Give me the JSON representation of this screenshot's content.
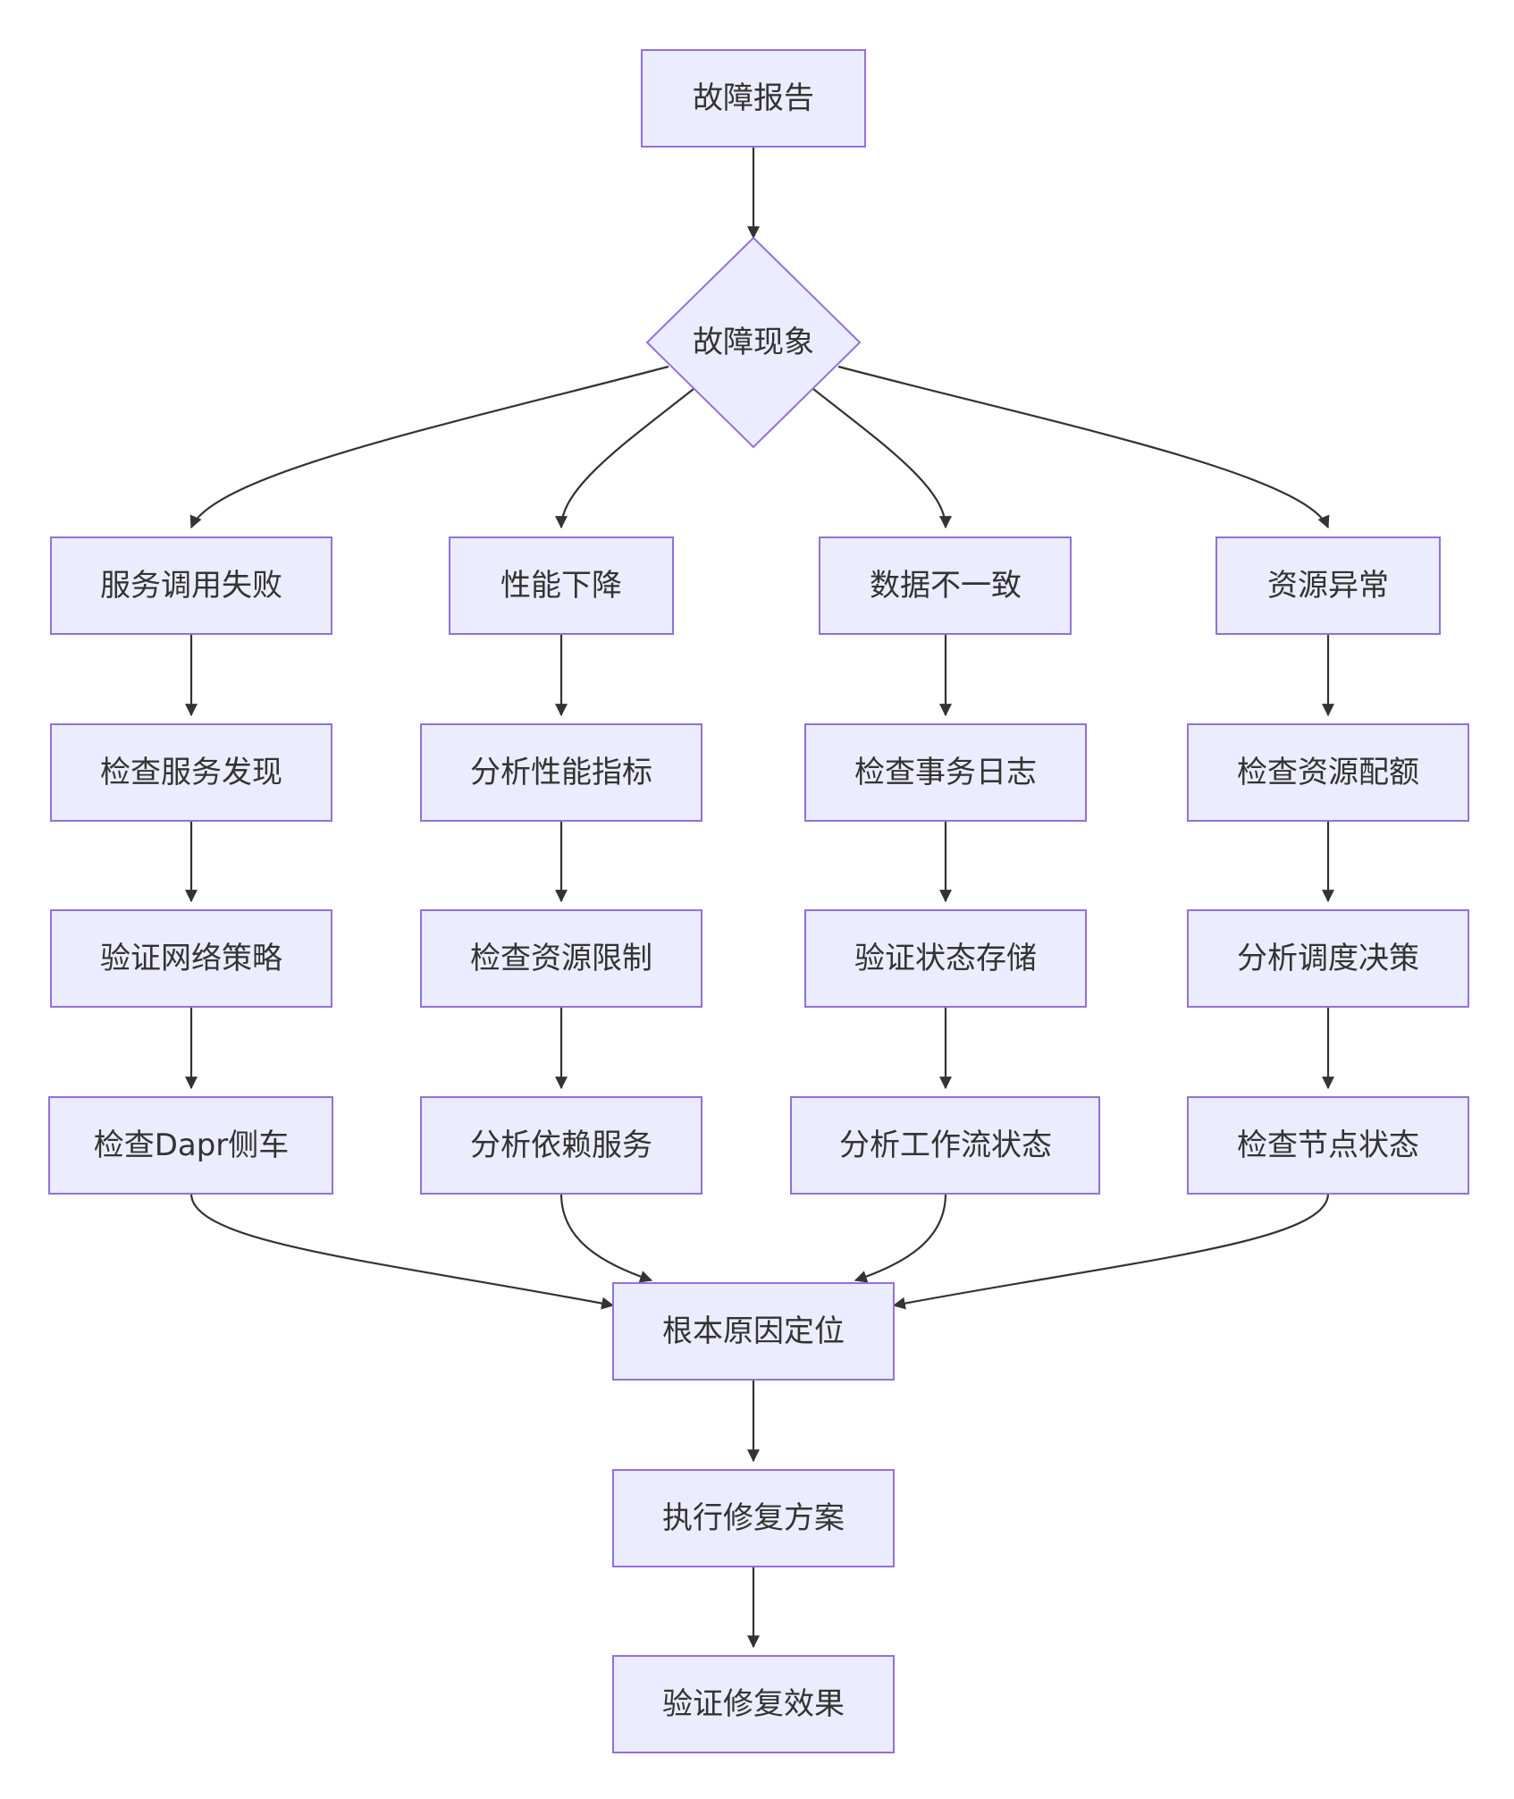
{
  "diagram": {
    "type": "flowchart",
    "colors": {
      "node_fill": "#ECECFF",
      "node_border": "#9370DB",
      "edge": "#333333",
      "text": "#333333"
    },
    "nodes": {
      "report": "故障报告",
      "symptom": "故障现象",
      "svc_fail": "服务调用失败",
      "perf_drop": "性能下降",
      "data_incon": "数据不一致",
      "res_abn": "资源异常",
      "check_discovery": "检查服务发现",
      "analyze_metrics": "分析性能指标",
      "check_tx_log": "检查事务日志",
      "check_quota": "检查资源配额",
      "verify_netpolicy": "验证网络策略",
      "check_res_limit": "检查资源限制",
      "verify_state_store": "验证状态存储",
      "analyze_scheduling": "分析调度决策",
      "check_sidecar": "检查Dapr侧车",
      "analyze_deps": "分析依赖服务",
      "analyze_workflow": "分析工作流状态",
      "check_node_state": "检查节点状态",
      "root_cause": "根本原因定位",
      "execute_fix": "执行修复方案",
      "verify_fix": "验证修复效果"
    },
    "edges": [
      [
        "report",
        "symptom"
      ],
      [
        "symptom",
        "svc_fail"
      ],
      [
        "symptom",
        "perf_drop"
      ],
      [
        "symptom",
        "data_incon"
      ],
      [
        "symptom",
        "res_abn"
      ],
      [
        "svc_fail",
        "check_discovery"
      ],
      [
        "check_discovery",
        "verify_netpolicy"
      ],
      [
        "verify_netpolicy",
        "check_sidecar"
      ],
      [
        "perf_drop",
        "analyze_metrics"
      ],
      [
        "analyze_metrics",
        "check_res_limit"
      ],
      [
        "check_res_limit",
        "analyze_deps"
      ],
      [
        "data_incon",
        "check_tx_log"
      ],
      [
        "check_tx_log",
        "verify_state_store"
      ],
      [
        "verify_state_store",
        "analyze_workflow"
      ],
      [
        "res_abn",
        "check_quota"
      ],
      [
        "check_quota",
        "analyze_scheduling"
      ],
      [
        "analyze_scheduling",
        "check_node_state"
      ],
      [
        "check_sidecar",
        "root_cause"
      ],
      [
        "analyze_deps",
        "root_cause"
      ],
      [
        "analyze_workflow",
        "root_cause"
      ],
      [
        "check_node_state",
        "root_cause"
      ],
      [
        "root_cause",
        "execute_fix"
      ],
      [
        "execute_fix",
        "verify_fix"
      ]
    ]
  }
}
